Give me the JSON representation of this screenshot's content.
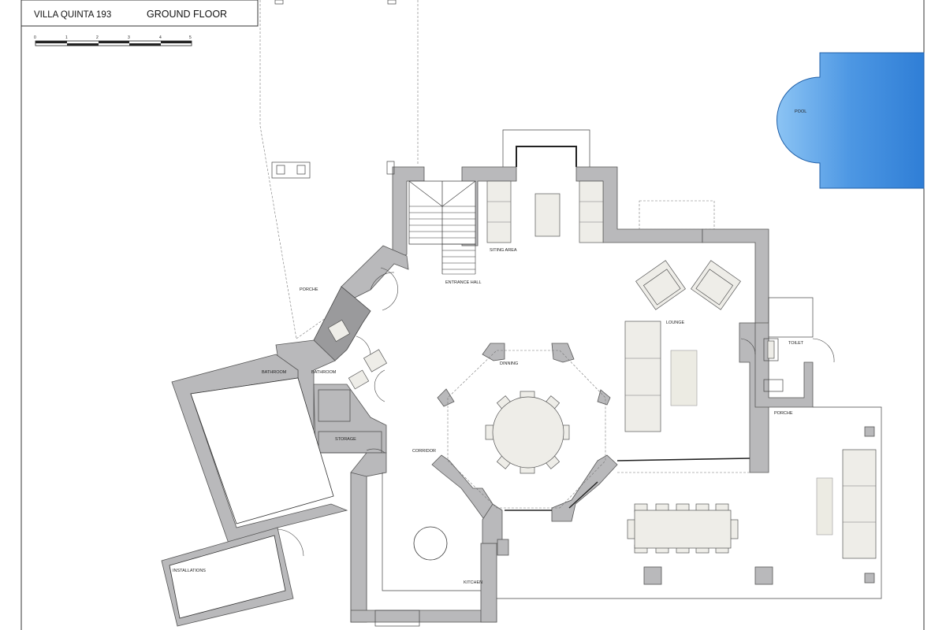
{
  "title_block": {
    "villa_name": "VILLA QUINTA  193",
    "floor_name": "GROUND FLOOR",
    "scale_ticks": [
      "0",
      "1",
      "2",
      "3",
      "4",
      "5"
    ]
  },
  "rooms": {
    "pool": "POOL",
    "siting_area": "SITING AREA",
    "entrance_hall": "ENTRANCE HALL",
    "porche_west": "PORCHE",
    "lounge": "LOUNGE",
    "toilet": "TOILET",
    "dining": "DINNING",
    "bathroom_1": "BATHROOM",
    "bathroom_2": "BATHROOM",
    "storage": "STORAGE",
    "corridor": "CORRIDOR",
    "porche_east": "PORCHE",
    "installations": "INSTALLATIONS",
    "kitchen": "KITCHEN"
  },
  "colors": {
    "wall": "#b9b9bb",
    "pool_water": "#5aa0e0",
    "furniture": "#eeede8"
  }
}
